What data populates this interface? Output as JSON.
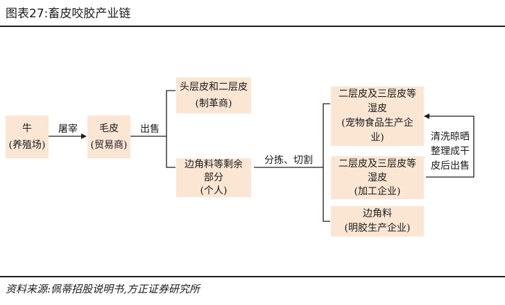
{
  "header": {
    "title": "图表27:畜皮咬胶产业链"
  },
  "nodes": {
    "cow": {
      "line1": "牛",
      "line2": "(养殖场)"
    },
    "hide": {
      "line1": "毛皮",
      "line2": "(贸易商)"
    },
    "top_layer": {
      "line1": "头层皮和二层皮",
      "line2": "(制革商)"
    },
    "trim": {
      "line1": "边角料等剩余",
      "line2": "部分",
      "line3": "(个人)"
    },
    "pet_food": {
      "line1": "二层皮及三层皮等",
      "line2": "湿皮",
      "line3": "(宠物食品生产企",
      "line4": "业)"
    },
    "processing": {
      "line1": "二层皮及三层皮等",
      "line2": "湿皮",
      "line3": "(加工企业)"
    },
    "gelatin": {
      "line1": "边角料",
      "line2": "(明胶生产企业)"
    }
  },
  "edges": {
    "slaughter": "屠宰",
    "sell": "出售",
    "sort_cut": "分拣、切割"
  },
  "feedback": {
    "line1": "清洗晾晒",
    "line2": "整理成干",
    "line3": "皮后出售"
  },
  "footer": {
    "source": "资料来源:佩蒂招股说明书,方正证券研究所"
  }
}
